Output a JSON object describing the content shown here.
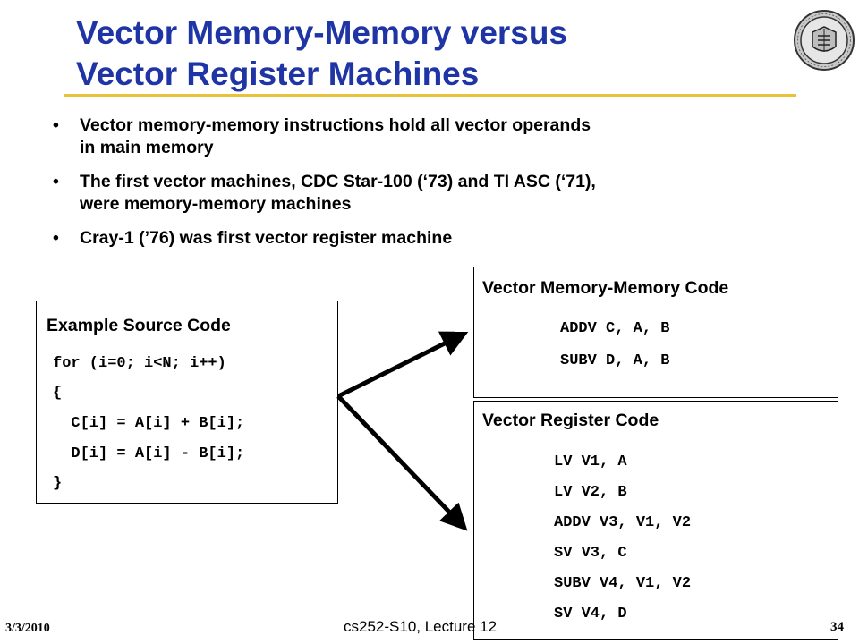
{
  "title": {
    "line1": "Vector Memory-Memory versus",
    "line2": "Vector Register Machines"
  },
  "bullets": [
    {
      "line1": "Vector memory-memory instructions hold all vector operands",
      "line2": "in main memory"
    },
    {
      "line1": "The first vector machines, CDC Star-100 (‘73) and TI ASC (‘71),",
      "line2": "were memory-memory machines"
    },
    {
      "line1": "Cray-1 (’76) was first vector register machine",
      "line2": ""
    }
  ],
  "bullet_symbol": "•",
  "source_box": {
    "heading": "Example Source Code",
    "lines": [
      "for (i=0; i<N; i++)",
      "{",
      "  C[i] = A[i] + B[i];",
      "  D[i] = A[i] - B[i];",
      "}"
    ]
  },
  "mm_box": {
    "heading": "Vector Memory-Memory Code",
    "lines": [
      "ADDV C, A, B",
      "SUBV D, A, B"
    ]
  },
  "reg_box": {
    "heading": "Vector Register Code",
    "lines": [
      "LV V1, A",
      "LV V2, B",
      "ADDV V3, V1, V2",
      "SV V3, C",
      "SUBV V4, V1, V2",
      "SV V4, D"
    ]
  },
  "footer": {
    "date": "3/3/2010",
    "course": "cs252-S10, Lecture 12",
    "page": "34"
  },
  "colors": {
    "title": "#1f35a6",
    "rule": "#e8c23a",
    "text": "#000000"
  },
  "logo": {
    "name": "university-seal-icon"
  }
}
